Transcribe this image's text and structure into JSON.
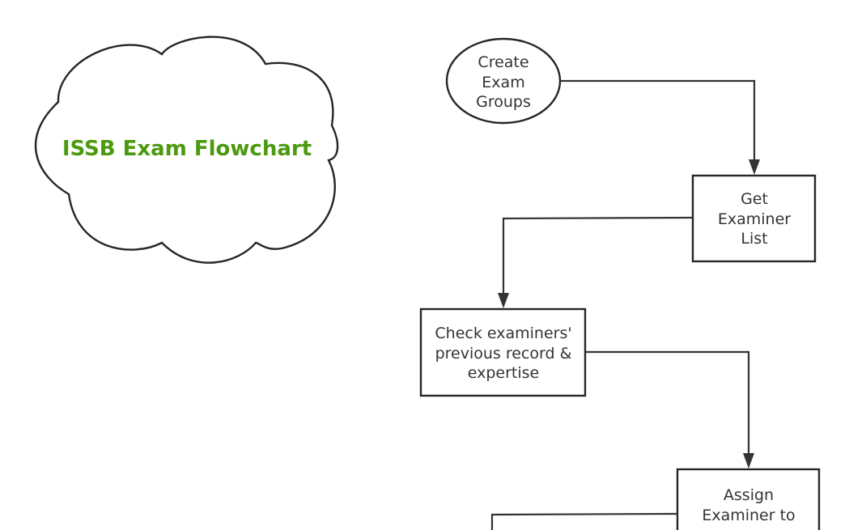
{
  "colors": {
    "title": "#4b9a0f",
    "stroke": "#262626",
    "text": "#333333",
    "background": "#ffffff"
  },
  "title": {
    "text": "ISSB Exam Flowchart",
    "shape": "cloud"
  },
  "nodes": [
    {
      "id": "create-groups",
      "shape": "ellipse",
      "lines": [
        "Create",
        "Exam",
        "Groups"
      ]
    },
    {
      "id": "get-examiner-list",
      "shape": "rectangle",
      "lines": [
        "Get",
        "Examiner",
        "List"
      ]
    },
    {
      "id": "check-records",
      "shape": "rectangle",
      "lines": [
        "Check examiners'",
        "previous record &",
        "expertise"
      ]
    },
    {
      "id": "assign-examiner",
      "shape": "rectangle",
      "lines": [
        "Assign",
        "Examiner to",
        ""
      ]
    }
  ],
  "edges": [
    {
      "from": "create-groups",
      "to": "get-examiner-list"
    },
    {
      "from": "get-examiner-list",
      "to": "check-records"
    },
    {
      "from": "check-records",
      "to": "assign-examiner"
    },
    {
      "from": "assign-examiner",
      "to": ""
    }
  ]
}
